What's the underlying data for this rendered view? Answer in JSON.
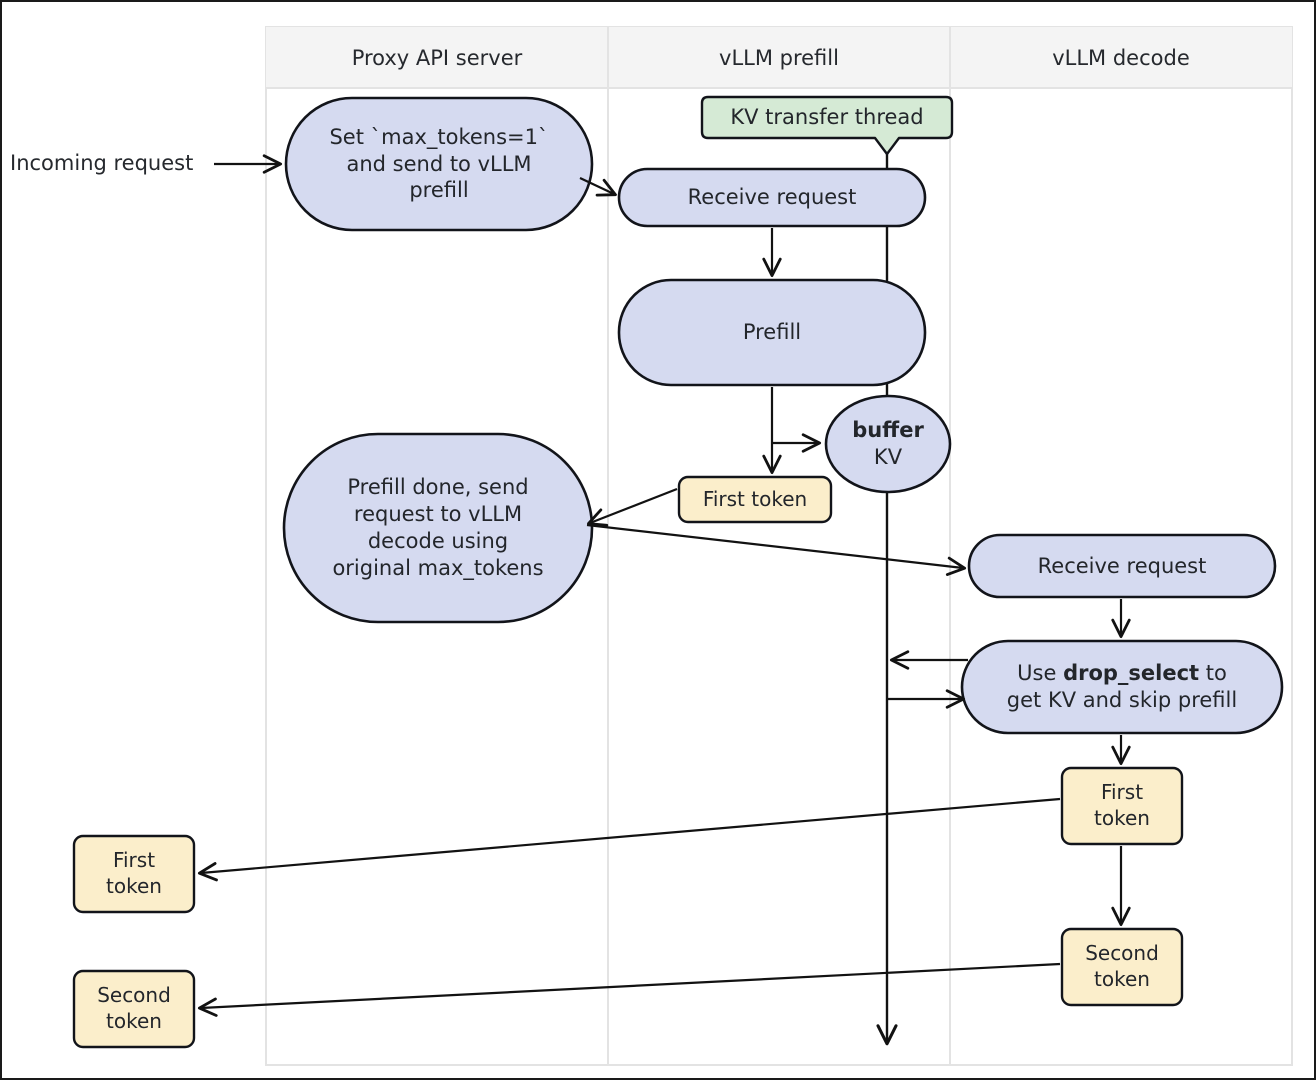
{
  "diagram": {
    "title_context": "vLLM disaggregated prefill sequence diagram",
    "colors": {
      "lane_header_bg": "#f4f4f4",
      "lane_border": "#e3e3e3",
      "process_fill": "#d5daf0",
      "process_stroke": "#12141a",
      "note_fill": "#d5ead5",
      "note_stroke": "#12141a",
      "token_fill": "#fbeecb",
      "token_stroke": "#12141a",
      "edge_stroke": "#121212",
      "text": "#23262b",
      "page_border": "#1a1a1a"
    },
    "lanes": [
      {
        "id": "proxy",
        "label": "Proxy API server"
      },
      {
        "id": "prefill",
        "label": "vLLM prefill"
      },
      {
        "id": "decode",
        "label": "vLLM decode"
      }
    ],
    "external_labels": [
      {
        "id": "incoming-request",
        "text": "Incoming request"
      }
    ],
    "nodes": [
      {
        "id": "set-max-tokens",
        "lane": "proxy",
        "shape": "stadium",
        "style": "process",
        "lines": [
          "Set `max_tokens=1`",
          "and send to vLLM",
          "prefill"
        ]
      },
      {
        "id": "kv-transfer-thread",
        "lane": "prefill",
        "shape": "note",
        "style": "note",
        "lines": [
          "KV transfer thread"
        ]
      },
      {
        "id": "prefill-receive-request",
        "lane": "prefill",
        "shape": "stadium",
        "style": "process",
        "lines": [
          "Receive request"
        ]
      },
      {
        "id": "prefill",
        "lane": "prefill",
        "shape": "stadium",
        "style": "process",
        "lines": [
          "Prefill"
        ]
      },
      {
        "id": "buffer-kv",
        "lane": "prefill",
        "shape": "ellipse",
        "style": "process",
        "lines": [
          "buffer",
          "KV"
        ],
        "bold_lines": [
          0
        ]
      },
      {
        "id": "prefill-first-token",
        "lane": "prefill",
        "shape": "rounded-rect",
        "style": "token",
        "lines": [
          "First token"
        ]
      },
      {
        "id": "prefill-done",
        "lane": "proxy",
        "shape": "stadium",
        "style": "process",
        "lines": [
          "Prefill done, send",
          "request to vLLM",
          "decode using",
          "original max_tokens"
        ]
      },
      {
        "id": "decode-receive-request",
        "lane": "decode",
        "shape": "stadium",
        "style": "process",
        "lines": [
          "Receive request"
        ]
      },
      {
        "id": "drop-select",
        "lane": "decode",
        "shape": "stadium",
        "style": "process",
        "rich": [
          [
            {
              "t": "Use ",
              "b": false
            },
            {
              "t": "drop_select",
              "b": true
            },
            {
              "t": " to",
              "b": false
            }
          ],
          [
            {
              "t": "get KV and skip prefill",
              "b": false
            }
          ]
        ],
        "lines": [
          "Use drop_select to",
          "get KV and skip prefill"
        ]
      },
      {
        "id": "decode-first-token",
        "lane": "decode",
        "shape": "rounded-rect",
        "style": "token",
        "lines": [
          "First",
          "token"
        ]
      },
      {
        "id": "decode-second-token",
        "lane": "decode",
        "shape": "rounded-rect",
        "style": "token",
        "lines": [
          "Second",
          "token"
        ]
      },
      {
        "id": "proxy-first-token",
        "lane": "outside-left",
        "shape": "rounded-rect",
        "style": "token",
        "lines": [
          "First",
          "token"
        ]
      },
      {
        "id": "proxy-second-token",
        "lane": "outside-left",
        "shape": "rounded-rect",
        "style": "token",
        "lines": [
          "Second",
          "token"
        ]
      }
    ],
    "edges": [
      {
        "id": "edge-incoming-to-set",
        "from": "incoming-request",
        "to": "set-max-tokens",
        "arrow": "end"
      },
      {
        "id": "edge-set-to-prefill-receive",
        "from": "set-max-tokens",
        "to": "prefill-receive-request",
        "arrow": "end"
      },
      {
        "id": "edge-kv-thread-lifeline",
        "from": "kv-transfer-thread",
        "to": "diagram-bottom",
        "arrow": "end"
      },
      {
        "id": "edge-receive-to-prefill",
        "from": "prefill-receive-request",
        "to": "prefill",
        "arrow": "end"
      },
      {
        "id": "edge-prefill-to-first-token",
        "from": "prefill",
        "to": "prefill-first-token",
        "arrow": "end"
      },
      {
        "id": "edge-prefill-to-buffer-kv",
        "from": "prefill",
        "to": "buffer-kv",
        "arrow": "end"
      },
      {
        "id": "edge-first-token-to-prefill-done",
        "from": "prefill-first-token",
        "to": "prefill-done",
        "arrow": "end"
      },
      {
        "id": "edge-prefill-done-to-decode-receive",
        "from": "prefill-done",
        "to": "decode-receive-request",
        "arrow": "end"
      },
      {
        "id": "edge-decode-receive-to-drop-select",
        "from": "decode-receive-request",
        "to": "drop-select",
        "arrow": "end"
      },
      {
        "id": "edge-drop-select-to-lifeline",
        "from": "drop-select",
        "to": "kv-transfer-thread",
        "arrow": "end"
      },
      {
        "id": "edge-lifeline-to-drop-select",
        "from": "kv-transfer-thread",
        "to": "drop-select",
        "arrow": "end"
      },
      {
        "id": "edge-drop-select-to-decode-first-token",
        "from": "drop-select",
        "to": "decode-first-token",
        "arrow": "end"
      },
      {
        "id": "edge-decode-first-to-second",
        "from": "decode-first-token",
        "to": "decode-second-token",
        "arrow": "end"
      },
      {
        "id": "edge-decode-first-to-proxy-first",
        "from": "decode-first-token",
        "to": "proxy-first-token",
        "arrow": "end"
      },
      {
        "id": "edge-decode-second-to-proxy-second",
        "from": "decode-second-token",
        "to": "proxy-second-token",
        "arrow": "end"
      }
    ]
  }
}
